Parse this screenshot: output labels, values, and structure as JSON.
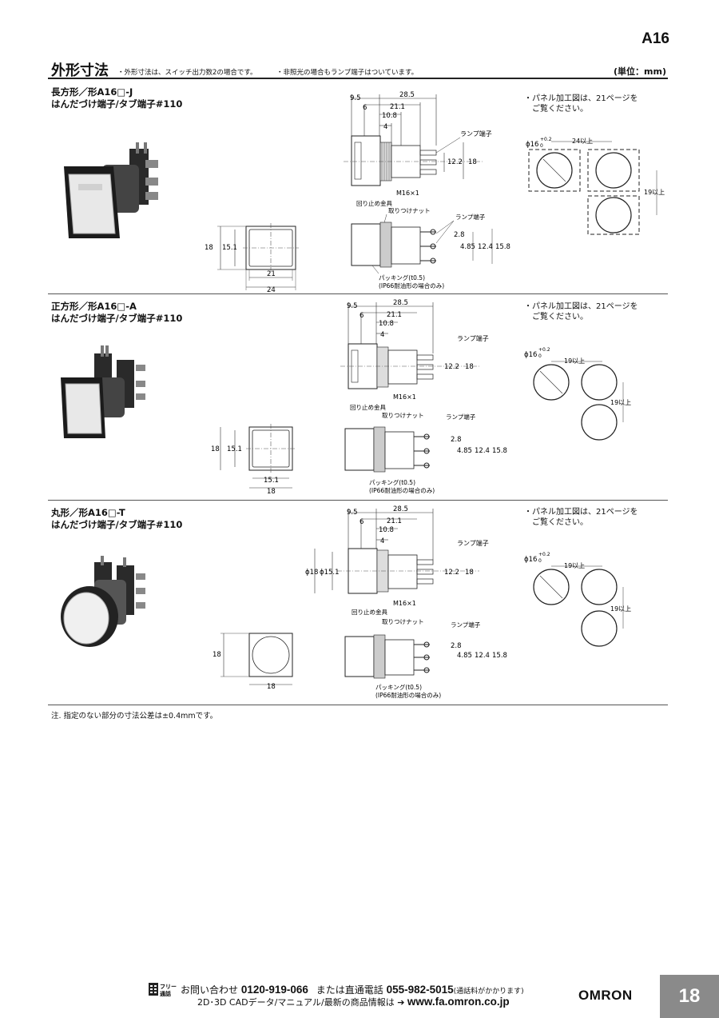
{
  "header": {
    "product_code": "A16",
    "section_title": "外形寸法",
    "note1": "・外形寸法は、スイッチ出力数2の場合です。",
    "note2": "・非照光の場合もランプ端子はついています。",
    "unit": "(単位：mm)"
  },
  "variants": [
    {
      "title_line1": "長方形／形A16□-J",
      "title_line2": "はんだづけ端子/タブ端子#110",
      "panel_note_line1": "・パネル加工図は、21ページを",
      "panel_note_line2": "ご覧ください。",
      "front": {
        "dim_h": "18",
        "dim_h_inner": "15.1",
        "dim_w_inner": "21",
        "dim_w": "24"
      },
      "side_top": {
        "d1": "28.5",
        "d2": "9.5",
        "d3": "6",
        "d4": "21.1",
        "d5": "10.8",
        "d6": "4",
        "lamp": "ランプ端子",
        "h1": "12.2",
        "h2": "18",
        "thread": "M16×1",
        "stop": "回り止め金具"
      },
      "side_bottom": {
        "nut": "取りつけナット",
        "lamp": "ランプ端子",
        "v1": "2.8",
        "v2": "4.85",
        "v3": "12.4",
        "v4": "15.8",
        "packing": "パッキング(t0.5)",
        "ip": "(IP66耐油形の場合のみ)"
      },
      "panel": {
        "dia": "ϕ16",
        "tol": "+0.2",
        "tol0": "0",
        "pitch_x": "24以上",
        "pitch_y": "19以上"
      }
    },
    {
      "title_line1": "正方形／形A16□-A",
      "title_line2": "はんだづけ端子/タブ端子#110",
      "panel_note_line1": "・パネル加工図は、21ページを",
      "panel_note_line2": "ご覧ください。",
      "front": {
        "dim_h": "18",
        "dim_h_inner": "15.1",
        "dim_w_inner": "15.1",
        "dim_w": "18"
      },
      "side_top": {
        "d1": "28.5",
        "d2": "9.5",
        "d3": "6",
        "d4": "21.1",
        "d5": "10.8",
        "d6": "4",
        "lamp": "ランプ端子",
        "h1": "12.2",
        "h2": "18",
        "thread": "M16×1",
        "stop": "回り止め金具"
      },
      "side_bottom": {
        "nut": "取りつけナット",
        "lamp": "ランプ端子",
        "v1": "2.8",
        "v2": "4.85",
        "v3": "12.4",
        "v4": "15.8",
        "packing": "パッキング(t0.5)",
        "ip": "(IP66耐油形の場合のみ)"
      },
      "panel": {
        "dia": "ϕ16",
        "tol": "+0.2",
        "tol0": "0",
        "pitch_x": "19以上",
        "pitch_y": "19以上"
      }
    },
    {
      "title_line1": "丸形／形A16□-T",
      "title_line2": "はんだづけ端子/タブ端子#110",
      "panel_note_line1": "・パネル加工図は、21ページを",
      "panel_note_line2": "ご覧ください。",
      "front": {
        "dim_h": "18",
        "dim_w": "18"
      },
      "side_top": {
        "d1": "28.5",
        "d2": "9.5",
        "d3": "6",
        "d4": "21.1",
        "d5": "10.8",
        "d6": "4",
        "lamp": "ランプ端子",
        "dia_outer": "ϕ18",
        "dia_inner": "ϕ15.1",
        "h1": "12.2",
        "h2": "18",
        "thread": "M16×1",
        "stop": "回り止め金具"
      },
      "side_bottom": {
        "nut": "取りつけナット",
        "lamp": "ランプ端子",
        "v1": "2.8",
        "v2": "4.85",
        "v3": "12.4",
        "v4": "15.8",
        "packing": "パッキング(t0.5)",
        "ip": "(IP66耐油形の場合のみ)"
      },
      "panel": {
        "dia": "ϕ16",
        "tol": "+0.2",
        "tol0": "0",
        "pitch_x": "19以上",
        "pitch_y": "19以上"
      }
    }
  ],
  "footnote": "注. 指定のない部分の寸法公差は±0.4mmです。",
  "footer": {
    "free_label_top": "フリー",
    "free_label_bottom": "通話",
    "contact_prefix": "お問い合わせ",
    "phone_free": "0120-919-066",
    "contact_mid": "または直通電話",
    "phone_direct": "055-982-5015",
    "contact_suffix": "(通話料がかかります)",
    "cad_text": "2D･3D CADデータ/マニュアル/最新の商品情報は",
    "arrow": "➔",
    "url": "www.fa.omron.co.jp",
    "brand": "OMRON",
    "page_number": "18"
  }
}
